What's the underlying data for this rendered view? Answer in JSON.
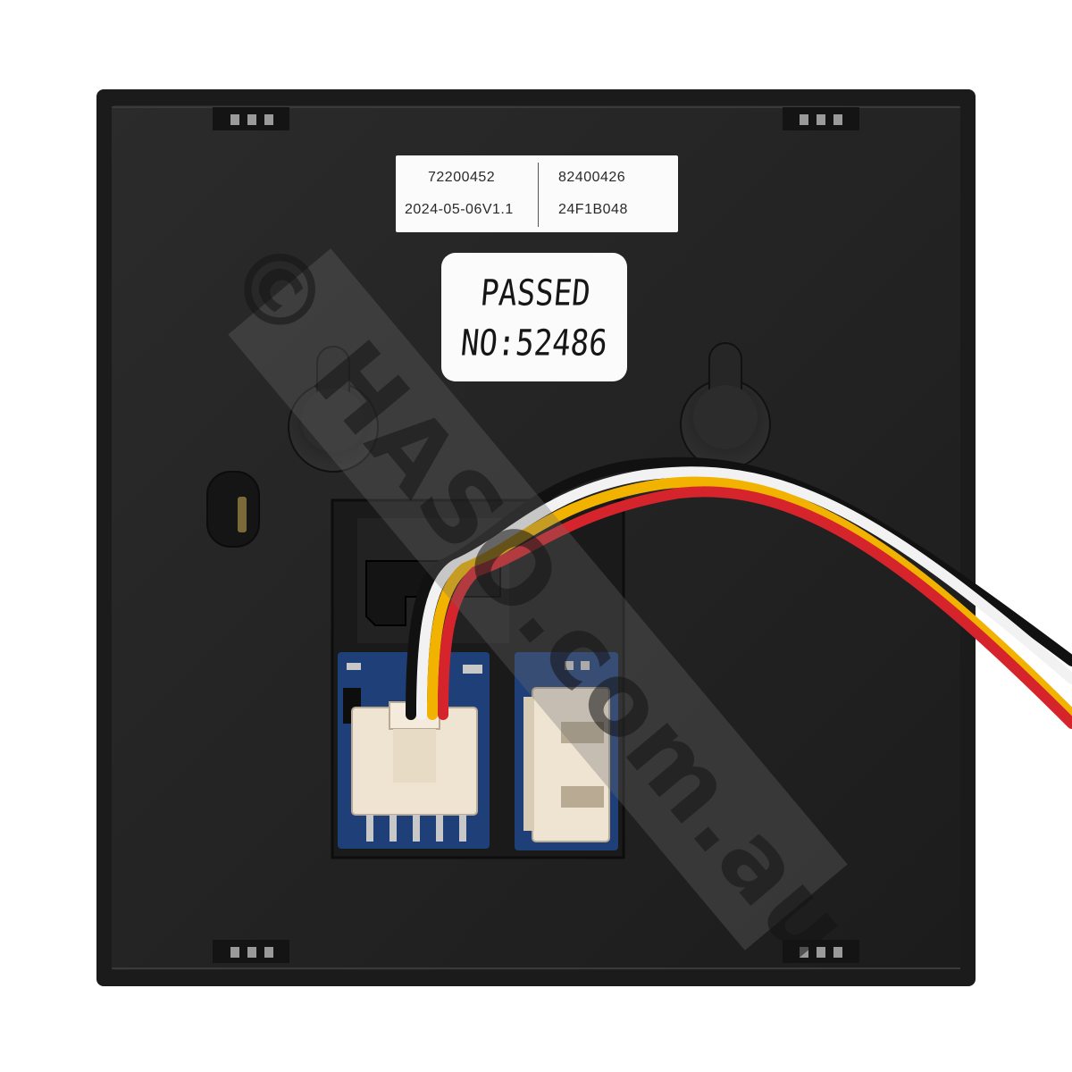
{
  "image": {
    "subject": "back-panel-with-wiring",
    "colors": {
      "background": "#ffffff",
      "panel": "#262626",
      "panel_inner": "#1f1f1f",
      "label": "#fbfbfb",
      "pcb": "#1e3f78",
      "wire_red": "#d5242b",
      "wire_yellow": "#f2b300",
      "wire_white": "#f2f2f2",
      "wire_black": "#111111",
      "connector": "#efe4d2"
    }
  },
  "serial_label": {
    "left_top": "72200452",
    "left_bottom": "2024-05-06V1.1",
    "right_top": "82400426",
    "right_bottom": "24F1B048"
  },
  "passed_label": {
    "line1": "PASSED",
    "line2": "NO:52486"
  },
  "watermark": {
    "text": "© HASO.com.au"
  }
}
